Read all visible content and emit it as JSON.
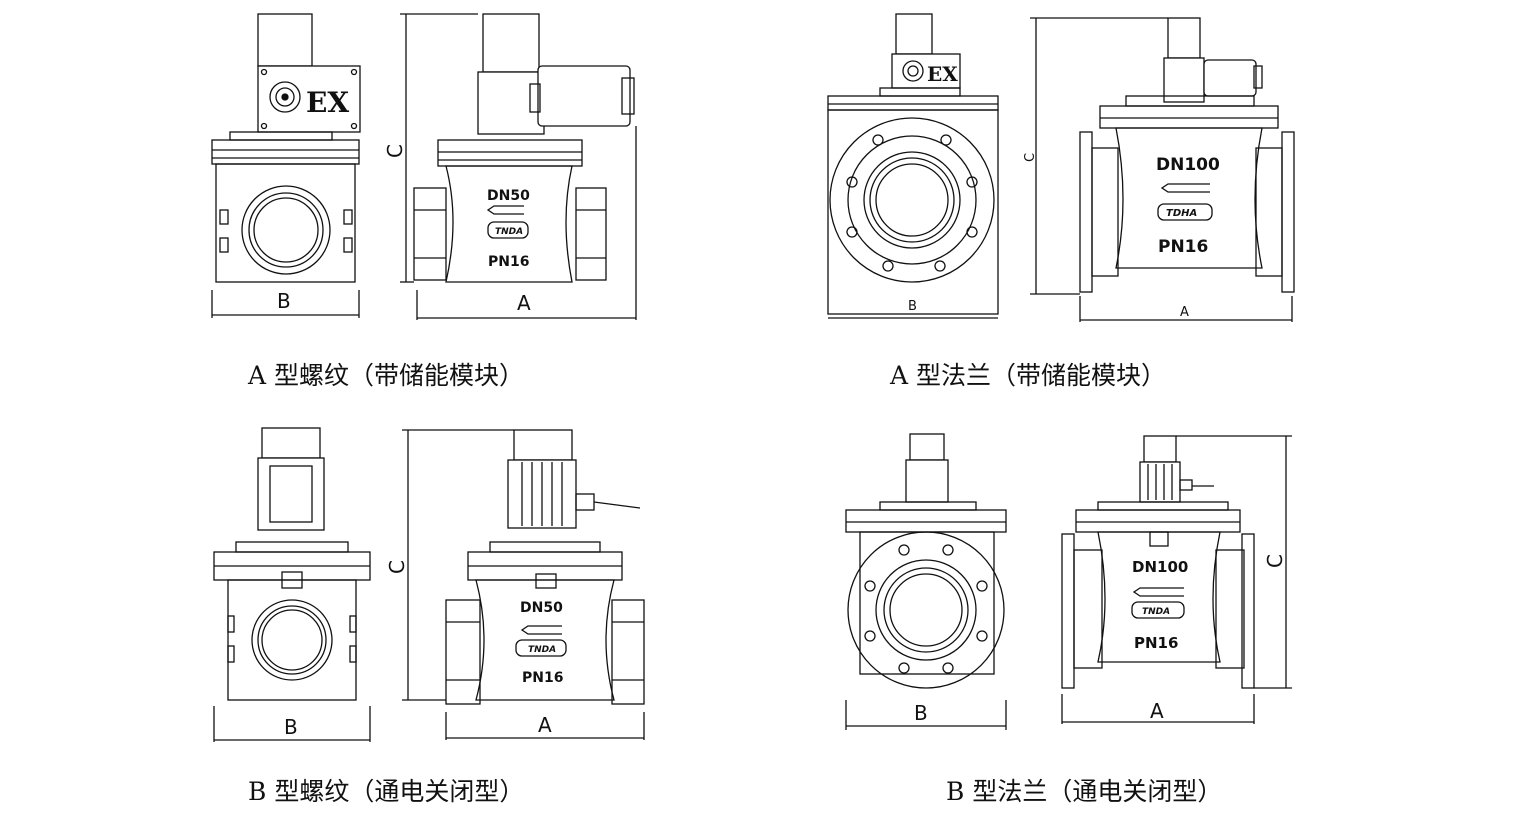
{
  "figures": [
    {
      "caption": "A 型螺纹（带储能模块）",
      "side_view": {
        "ex_mark": "EX",
        "dim_width": "B"
      },
      "front_view": {
        "size": "DN50",
        "brand": "TNDA",
        "pressure": "PN16",
        "dim_width": "A",
        "dim_height": "C"
      }
    },
    {
      "caption": "A 型法兰（带储能模块）",
      "side_view": {
        "ex_mark": "EX",
        "dim_width": "B"
      },
      "front_view": {
        "size": "DN100",
        "brand": "TDHA",
        "pressure": "PN16",
        "dim_width": "A",
        "dim_height": "C"
      }
    },
    {
      "caption": "B 型螺纹（通电关闭型）",
      "side_view": {
        "dim_width": "B"
      },
      "front_view": {
        "size": "DN50",
        "brand": "TNDA",
        "pressure": "PN16",
        "dim_width": "A",
        "dim_height": "C"
      }
    },
    {
      "caption": "B 型法兰（通电关闭型）",
      "side_view": {
        "dim_width": "B"
      },
      "front_view": {
        "size": "DN100",
        "brand": "TNDA",
        "pressure": "PN16",
        "dim_width": "A",
        "dim_height": "C"
      }
    }
  ]
}
